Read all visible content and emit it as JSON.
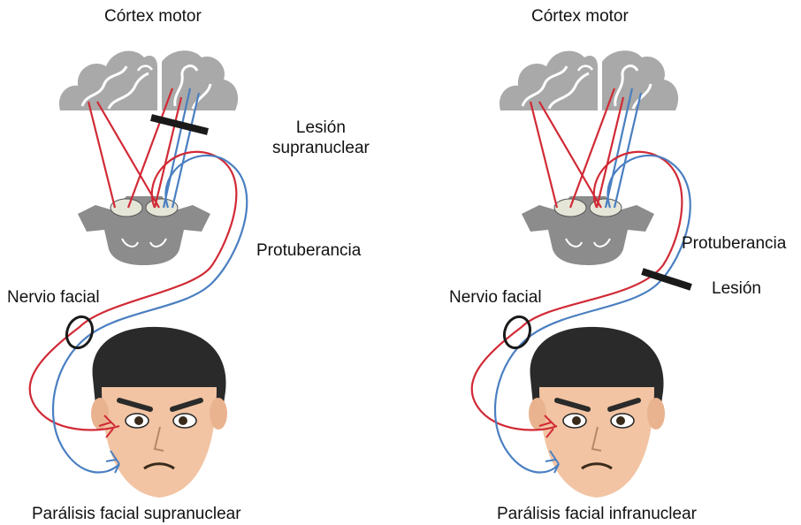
{
  "left": {
    "cortex": "Córtex motor",
    "lesion": "Lesión\nsupranuclear",
    "pons": "Protuberancia",
    "nerve": "Nervio facial",
    "caption": "Parálisis facial supranuclear"
  },
  "right": {
    "cortex": "Córtex motor",
    "pons": "Protuberancia",
    "lesion": "Lesión",
    "nerve": "Nervio facial",
    "caption": "Parálisis facial infranuclear"
  },
  "colors": {
    "upper_pathway": "#d12a36",
    "lower_pathway": "#4a7fc1",
    "brain": "#a9a9a9",
    "pons": "#8c8c8c",
    "skin": "#f2c4a3",
    "hair": "#2a2a2a",
    "lesion_bar": "#1a1a1a"
  }
}
